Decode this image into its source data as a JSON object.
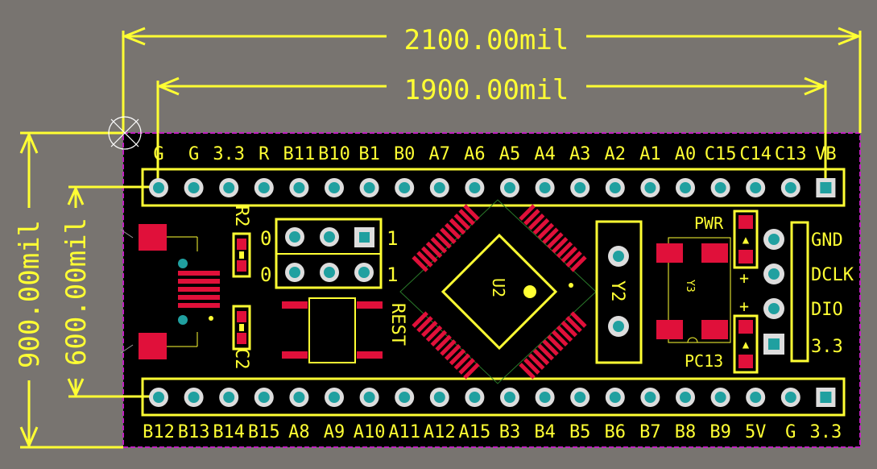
{
  "dimensions": {
    "board_width": "2100.00mil",
    "header_span": "1900.00mil",
    "board_height": "900.00mil",
    "header_spacing": "600.00mil"
  },
  "top_header_labels": [
    "G",
    "G",
    "3.3",
    "R",
    "B11",
    "B10",
    "B1",
    "B0",
    "A7",
    "A6",
    "A5",
    "A4",
    "A3",
    "A2",
    "A1",
    "A0",
    "C15",
    "C14",
    "C13",
    "VB"
  ],
  "bottom_header_labels": [
    "B12",
    "B13",
    "B14",
    "B15",
    "A8",
    "A9",
    "A10",
    "A11",
    "A12",
    "A15",
    "B3",
    "B4",
    "B5",
    "B6",
    "B7",
    "B8",
    "B9",
    "5V",
    "G",
    "3.3"
  ],
  "components": {
    "r2": "R2",
    "c2": "C2",
    "u2": "U2",
    "y2": "Y2",
    "y3": "Y3",
    "rest": "REST",
    "pwr": "PWR",
    "pc13": "PC13",
    "plus_top": "+",
    "plus_bottom": "+"
  },
  "boot_jumper_labels": {
    "left_top": "0",
    "left_bottom": "0",
    "right_top": "1",
    "right_bottom": "1"
  },
  "swd_labels": [
    "GND",
    "DCLK",
    "DIO",
    "3.3"
  ],
  "colors": {
    "background": "#787470",
    "board": "#000000",
    "outline": "#c020c0",
    "silkscreen": "#ffff33",
    "pad": "#e0103a",
    "via": "#20a0a0"
  }
}
